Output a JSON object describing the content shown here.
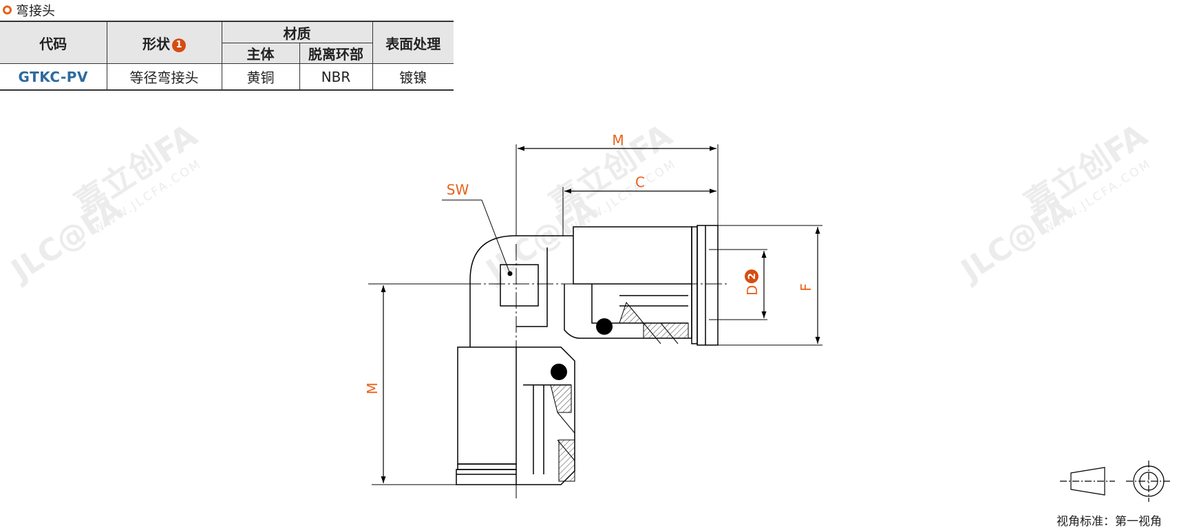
{
  "section": {
    "title": "弯接头"
  },
  "table": {
    "headers": {
      "code": "代码",
      "shape": "形状",
      "shape_badge": "1",
      "material": "材质",
      "body": "主体",
      "release_ring": "脱离环部",
      "surface": "表面处理"
    },
    "row": {
      "code": "GTKC-PV",
      "shape": "等径弯接头",
      "body": "黄铜",
      "release_ring": "NBR",
      "surface": "镀镍"
    }
  },
  "drawing": {
    "labels": {
      "m_top": "M",
      "c": "C",
      "sw": "SW",
      "d": "D",
      "d_badge": "2",
      "f": "F",
      "m_left": "M"
    },
    "dimension_color": "#e8611a",
    "badge_color": "#d64d12",
    "watermark_brand": "嘉立创FA",
    "watermark_logo": "JLC@FA",
    "watermark_url": "WWW.JLCFA.COM"
  },
  "view_note": "视角标准：第一视角"
}
